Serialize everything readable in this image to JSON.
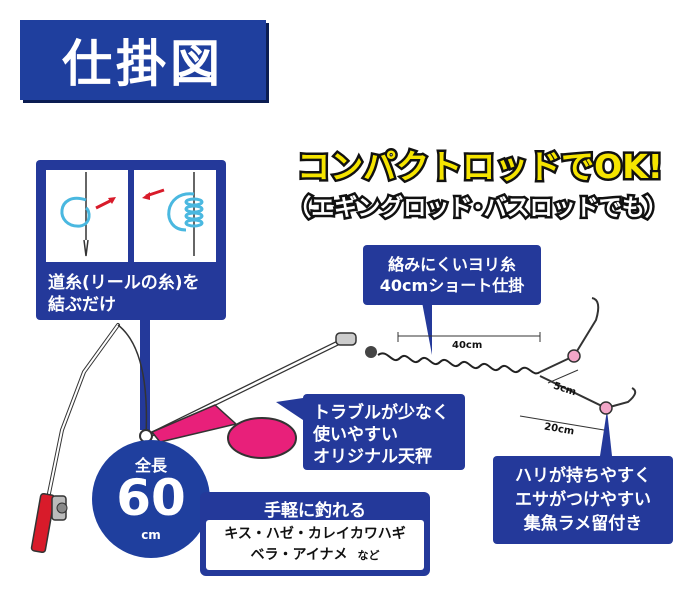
{
  "title": "仕掛図",
  "headline": {
    "main": "コンパクトロッドでOK!",
    "sub": "（エギングロッド･バスロッドでも）"
  },
  "knot_box": {
    "caption_line1": "道糸(リールの糸)を",
    "caption_line2": "結ぶだけ"
  },
  "line_box": {
    "line1": "絡みにくいヨリ糸",
    "line2": "40cmショート仕掛"
  },
  "trouble_box": {
    "line1": "トラブルが少なく",
    "line2": "使いやすい",
    "line3": "オリジナル天秤"
  },
  "hook_box": {
    "line1": "ハリが持ちやすく",
    "line2": "エサがつけやすい",
    "line3": "集魚ラメ留付き"
  },
  "target_box": {
    "title": "手軽に釣れる",
    "line1": "キス・ハゼ・カレイカワハギ",
    "line2": "ベラ・アイナメ",
    "etc": "など"
  },
  "total_length": {
    "label": "全長",
    "value": "60",
    "unit": "cm"
  },
  "dimensions": {
    "leader": "40cm",
    "branch": "5cm",
    "lower": "20cm"
  },
  "colors": {
    "navy": "#24399a",
    "sinker_pink": "#e8207a",
    "knot_line": "#4ab8e0",
    "headline_yellow": "#f5e400",
    "rod_red": "#d81b2a",
    "bead_pink": "#f2a6c8"
  },
  "icons": [
    "arrow-right-icon",
    "knot-loop-icon",
    "knot-wrap-icon",
    "fishing-rod-icon",
    "sinker-icon",
    "hook-icon",
    "swivel-icon"
  ]
}
